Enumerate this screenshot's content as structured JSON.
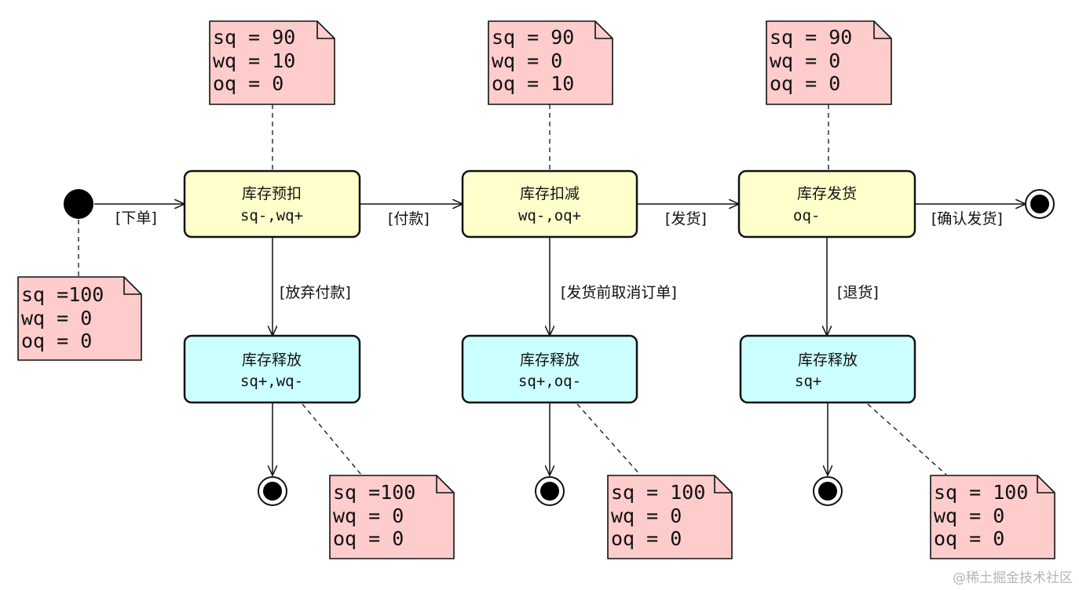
{
  "colors": {
    "yellow_fill": "#ffffcc",
    "cyan_fill": "#ccffff",
    "note_fill": "#ffcccc",
    "stroke": "#111111"
  },
  "states": {
    "reserve": {
      "title": "库存预扣",
      "action": "sq-,wq+"
    },
    "deduct": {
      "title": "库存扣减",
      "action": "wq-,oq+"
    },
    "ship": {
      "title": "库存发货",
      "action": "oq-"
    },
    "release1": {
      "title": "库存释放",
      "action": "sq+,wq-"
    },
    "release2": {
      "title": "库存释放",
      "action": "sq+,oq-"
    },
    "release3": {
      "title": "库存释放",
      "action": "sq+"
    }
  },
  "transitions": {
    "place_order": "[下单]",
    "pay": "[付款]",
    "ship": "[发货]",
    "confirm": "[确认发货]",
    "abandon_pay": "[放弃付款]",
    "cancel_before_ship": "[发货前取消订单]",
    "return": "[退货]"
  },
  "notes": {
    "initial": [
      "sq =100",
      "wq = 0",
      "oq = 0"
    ],
    "reserve": [
      "sq = 90",
      "wq = 10",
      "oq = 0"
    ],
    "deduct": [
      "sq = 90",
      "wq = 0",
      "oq = 10"
    ],
    "ship": [
      "sq = 90",
      "wq = 0",
      "oq = 0"
    ],
    "release1": [
      "sq =100",
      "wq = 0",
      "oq = 0"
    ],
    "release2": [
      "sq = 100",
      "wq = 0",
      "oq = 0"
    ],
    "release3": [
      "sq = 100",
      "wq = 0",
      "oq = 0"
    ]
  },
  "watermark": "@稀土掘金技术社区"
}
